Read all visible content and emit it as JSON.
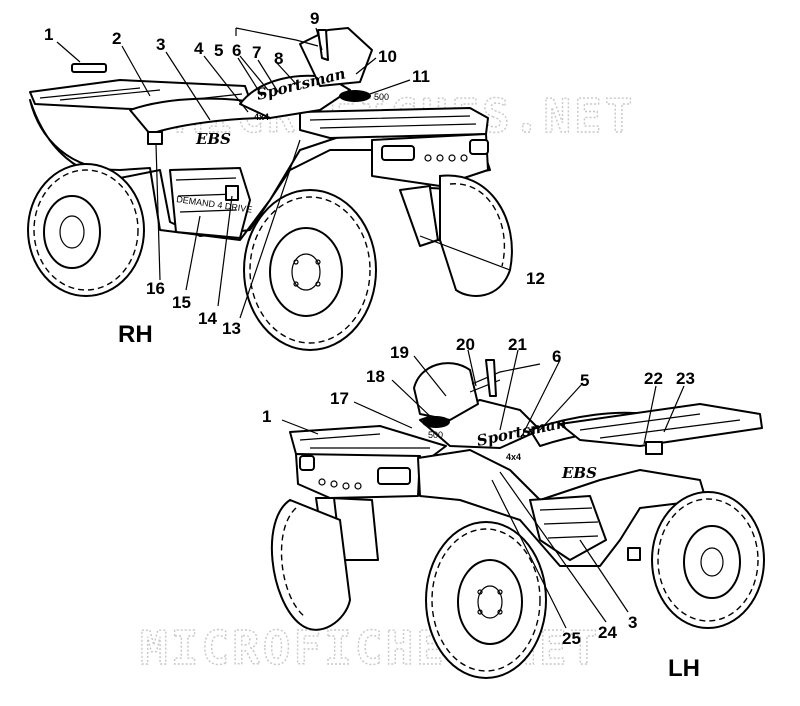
{
  "watermark": "MICROFICHES.NET",
  "views": {
    "rh": {
      "side_label": "RH",
      "callouts": [
        "1",
        "2",
        "3",
        "4",
        "5",
        "6",
        "7",
        "8",
        "9",
        "10",
        "11",
        "12",
        "13",
        "14",
        "15",
        "16"
      ],
      "decals": {
        "brand": "Sportsman",
        "ebs": "EBS",
        "drive": "DEMAND 4 DRIVE",
        "num": "500",
        "fxf": "4x4"
      }
    },
    "lh": {
      "side_label": "LH",
      "callouts": [
        "1",
        "17",
        "18",
        "19",
        "20",
        "21",
        "6",
        "5",
        "22",
        "23",
        "3",
        "24",
        "25"
      ],
      "decals": {
        "brand": "Sportsman",
        "ebs": "EBS",
        "num": "500",
        "fxf": "4x4"
      }
    }
  }
}
